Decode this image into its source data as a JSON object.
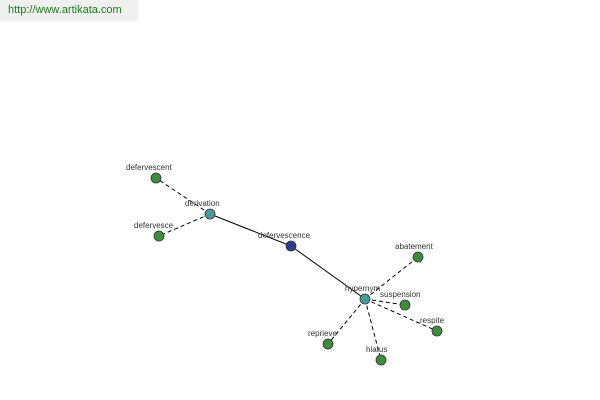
{
  "watermark": "http://www.artikata.com",
  "colors": {
    "center": "#2e3a8c",
    "hub": "#4a9a9a",
    "leaf": "#3f8c3f"
  },
  "graph": {
    "nodes": [
      {
        "id": "defervescence",
        "label": "defervescence",
        "kind": "center"
      },
      {
        "id": "derivation",
        "label": "derivation",
        "kind": "hub"
      },
      {
        "id": "hypernym",
        "label": "hypernym",
        "kind": "hub"
      },
      {
        "id": "defervescent",
        "label": "defervescent",
        "kind": "leaf"
      },
      {
        "id": "defervesce",
        "label": "defervesce",
        "kind": "leaf"
      },
      {
        "id": "abatement",
        "label": "abatement",
        "kind": "leaf"
      },
      {
        "id": "suspension",
        "label": "suspension",
        "kind": "leaf"
      },
      {
        "id": "respite",
        "label": "respite",
        "kind": "leaf"
      },
      {
        "id": "reprieve",
        "label": "reprieve",
        "kind": "leaf"
      },
      {
        "id": "hiatus",
        "label": "hiatus",
        "kind": "leaf"
      }
    ],
    "edges": [
      {
        "from": "defervescence",
        "to": "derivation",
        "style": "solid"
      },
      {
        "from": "defervescence",
        "to": "hypernym",
        "style": "solid"
      },
      {
        "from": "derivation",
        "to": "defervescent",
        "style": "dashed"
      },
      {
        "from": "derivation",
        "to": "defervesce",
        "style": "dashed"
      },
      {
        "from": "hypernym",
        "to": "abatement",
        "style": "dashed"
      },
      {
        "from": "hypernym",
        "to": "suspension",
        "style": "dashed"
      },
      {
        "from": "hypernym",
        "to": "respite",
        "style": "dashed"
      },
      {
        "from": "hypernym",
        "to": "reprieve",
        "style": "dashed"
      },
      {
        "from": "hypernym",
        "to": "hiatus",
        "style": "dashed"
      }
    ]
  }
}
